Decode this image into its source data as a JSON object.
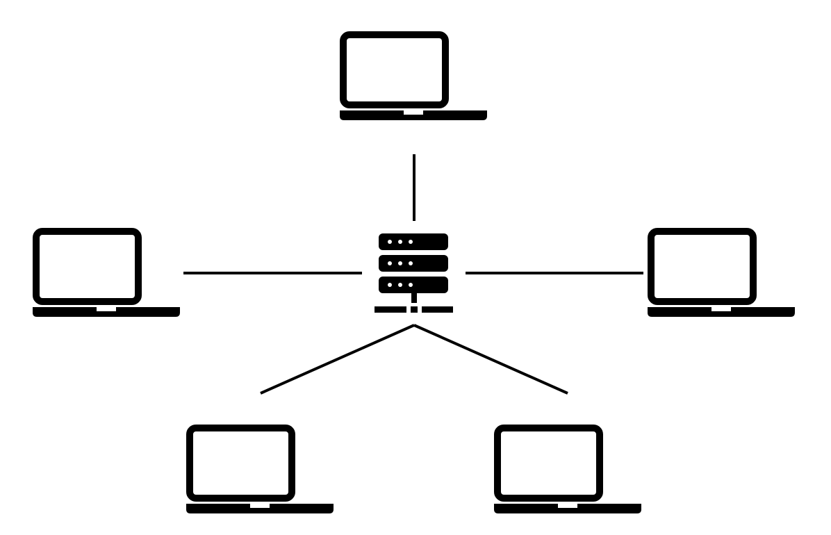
{
  "diagram": {
    "type": "star-network",
    "colors": {
      "background": "#ffffff",
      "ink": "#000000"
    },
    "hub": {
      "icon": "server-icon"
    },
    "nodes": [
      {
        "id": "laptop-top",
        "icon": "laptop-icon"
      },
      {
        "id": "laptop-left",
        "icon": "laptop-icon"
      },
      {
        "id": "laptop-right",
        "icon": "laptop-icon"
      },
      {
        "id": "laptop-bottom-left",
        "icon": "laptop-icon"
      },
      {
        "id": "laptop-bottom-right",
        "icon": "laptop-icon"
      }
    ],
    "connections": [
      {
        "from": "server",
        "to": "laptop-top"
      },
      {
        "from": "server",
        "to": "laptop-left"
      },
      {
        "from": "server",
        "to": "laptop-right"
      },
      {
        "from": "server",
        "to": "laptop-bottom-left"
      },
      {
        "from": "server",
        "to": "laptop-bottom-right"
      }
    ]
  }
}
